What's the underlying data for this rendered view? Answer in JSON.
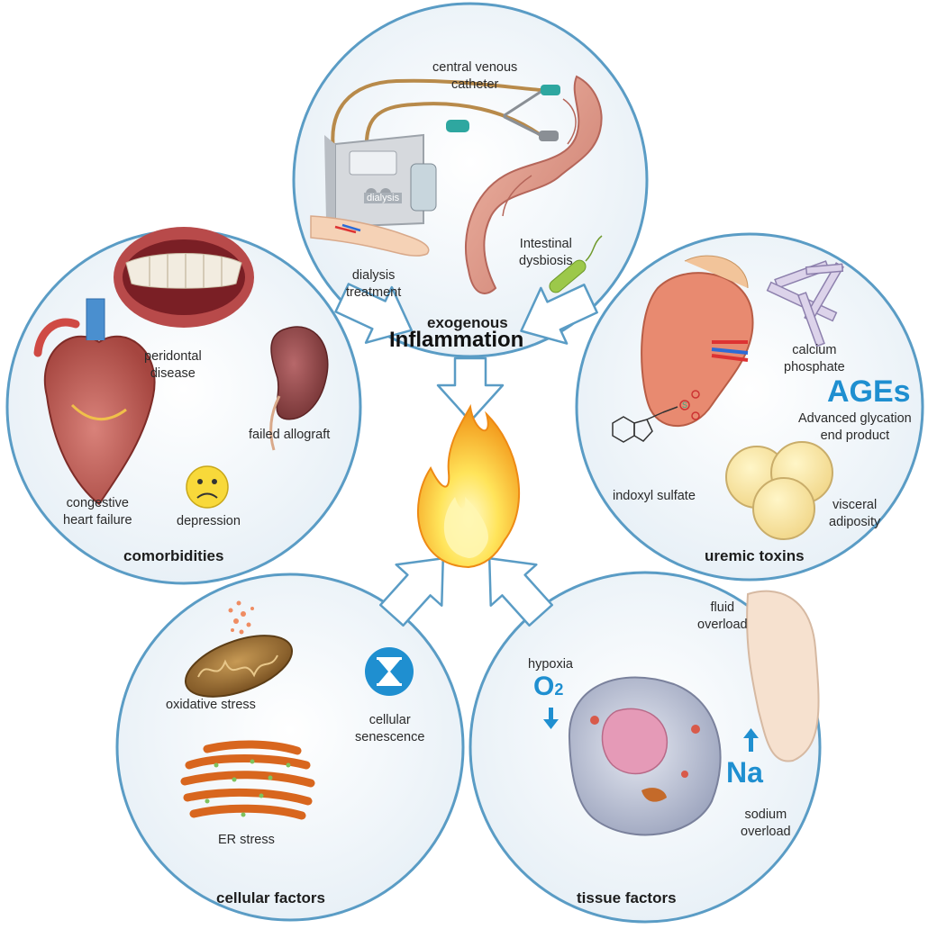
{
  "center": {
    "label": "Inflammation"
  },
  "colors": {
    "circle_fill": "#eef4f8",
    "circle_stroke": "#5a9cc5",
    "arrow_fill": "#ffffff",
    "accent_blue": "#1f8fd0",
    "flame_outer": "#f39a1c",
    "flame_inner": "#ffe45a"
  },
  "groups": {
    "exogenous": {
      "title": "exogenous",
      "items": {
        "catheter": [
          "central venous",
          "catheter"
        ],
        "dialysis_treatment": [
          "dialysis",
          "treatment"
        ],
        "dialysis_tag": "dialysis",
        "intestinal": [
          "Intestinal",
          "dysbiosis"
        ]
      }
    },
    "comorbidities": {
      "title": "comorbidities",
      "items": {
        "periodontal": [
          "peridontal",
          "disease"
        ],
        "failed_allograft": "failed allograft",
        "chf": [
          "congestive",
          "heart failure"
        ],
        "depression": "depression"
      }
    },
    "uremic_toxins": {
      "title": "uremic toxins",
      "items": {
        "calcium": [
          "calcium",
          "phosphate"
        ],
        "ages_abbrev": "AGEs",
        "ages_full": [
          "Advanced glycation",
          "end product"
        ],
        "indoxyl": "indoxyl sulfate",
        "visceral": [
          "visceral",
          "adiposity"
        ]
      }
    },
    "cellular_factors": {
      "title": "cellular factors",
      "items": {
        "oxidative": "oxidative stress",
        "senescence": [
          "cellular",
          "senescence"
        ],
        "er_stress": "ER stress"
      }
    },
    "tissue_factors": {
      "title": "tissue factors",
      "items": {
        "fluid": [
          "fluid",
          "overload"
        ],
        "hypoxia": "hypoxia",
        "o2": "O",
        "o2_sub": "2",
        "na": "Na",
        "sodium": [
          "sodium",
          "overload"
        ]
      }
    }
  },
  "icons": [
    "flame-icon",
    "heart-icon",
    "teeth-icon",
    "kidney-icon",
    "sad-face-icon",
    "dialysis-machine-icon",
    "catheter-icon",
    "intestine-icon",
    "bacterium-icon",
    "kidney-cross-section-icon",
    "crystal-icon",
    "indoxyl-molecule-icon",
    "fat-cells-icon",
    "mitochondrion-icon",
    "er-icon",
    "hourglass-icon",
    "cell-icon",
    "foot-icon",
    "arrow-down-icon",
    "arrow-up-icon"
  ]
}
